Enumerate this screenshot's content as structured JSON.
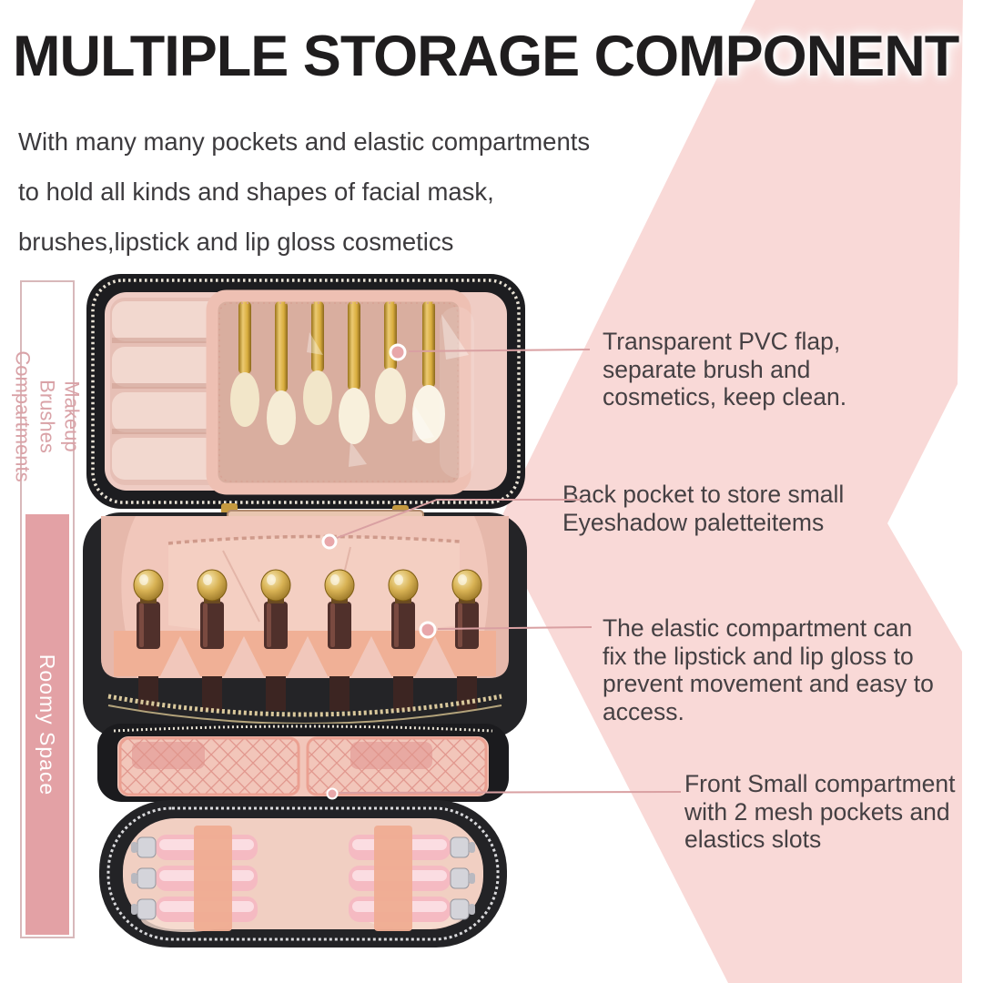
{
  "title": "MULTIPLE STORAGE COMPONENT",
  "intro": "With many many pockets and elastic compartments\nto hold all kinds and shapes of facial mask,\nbrushes,lipstick and lip gloss cosmetics",
  "side_labels": {
    "makeup_brushes": "Makeup Brushes\nCompartments",
    "roomy_space": "Roomy Space"
  },
  "callouts": [
    "Transparent PVC flap,\nseparate brush and\ncosmetics, keep clean.",
    "Back pocket to store small\nEyeshadow paletteitems",
    "The elastic compartment can\nfix the lipstick and lip gloss to\nprevent movement and easy to\naccess.",
    "Front Small compartment\nwith 2 mesh pockets and\nelastics slots"
  ],
  "colors": {
    "background": "#ffffff",
    "chevron_pink": "#f9d9d7",
    "sidebar_pink": "#e3a1a5",
    "sidebar_label_pink": "#d9a2a7",
    "title_text": "#1f1d1e",
    "body_text": "#3c3a3d",
    "callout_text": "#454043",
    "leader_line": "#d9a0a2",
    "bag_black": "#222225",
    "bag_lining_pink": "#f1c7bb",
    "gold_cap": "#d8b254"
  }
}
